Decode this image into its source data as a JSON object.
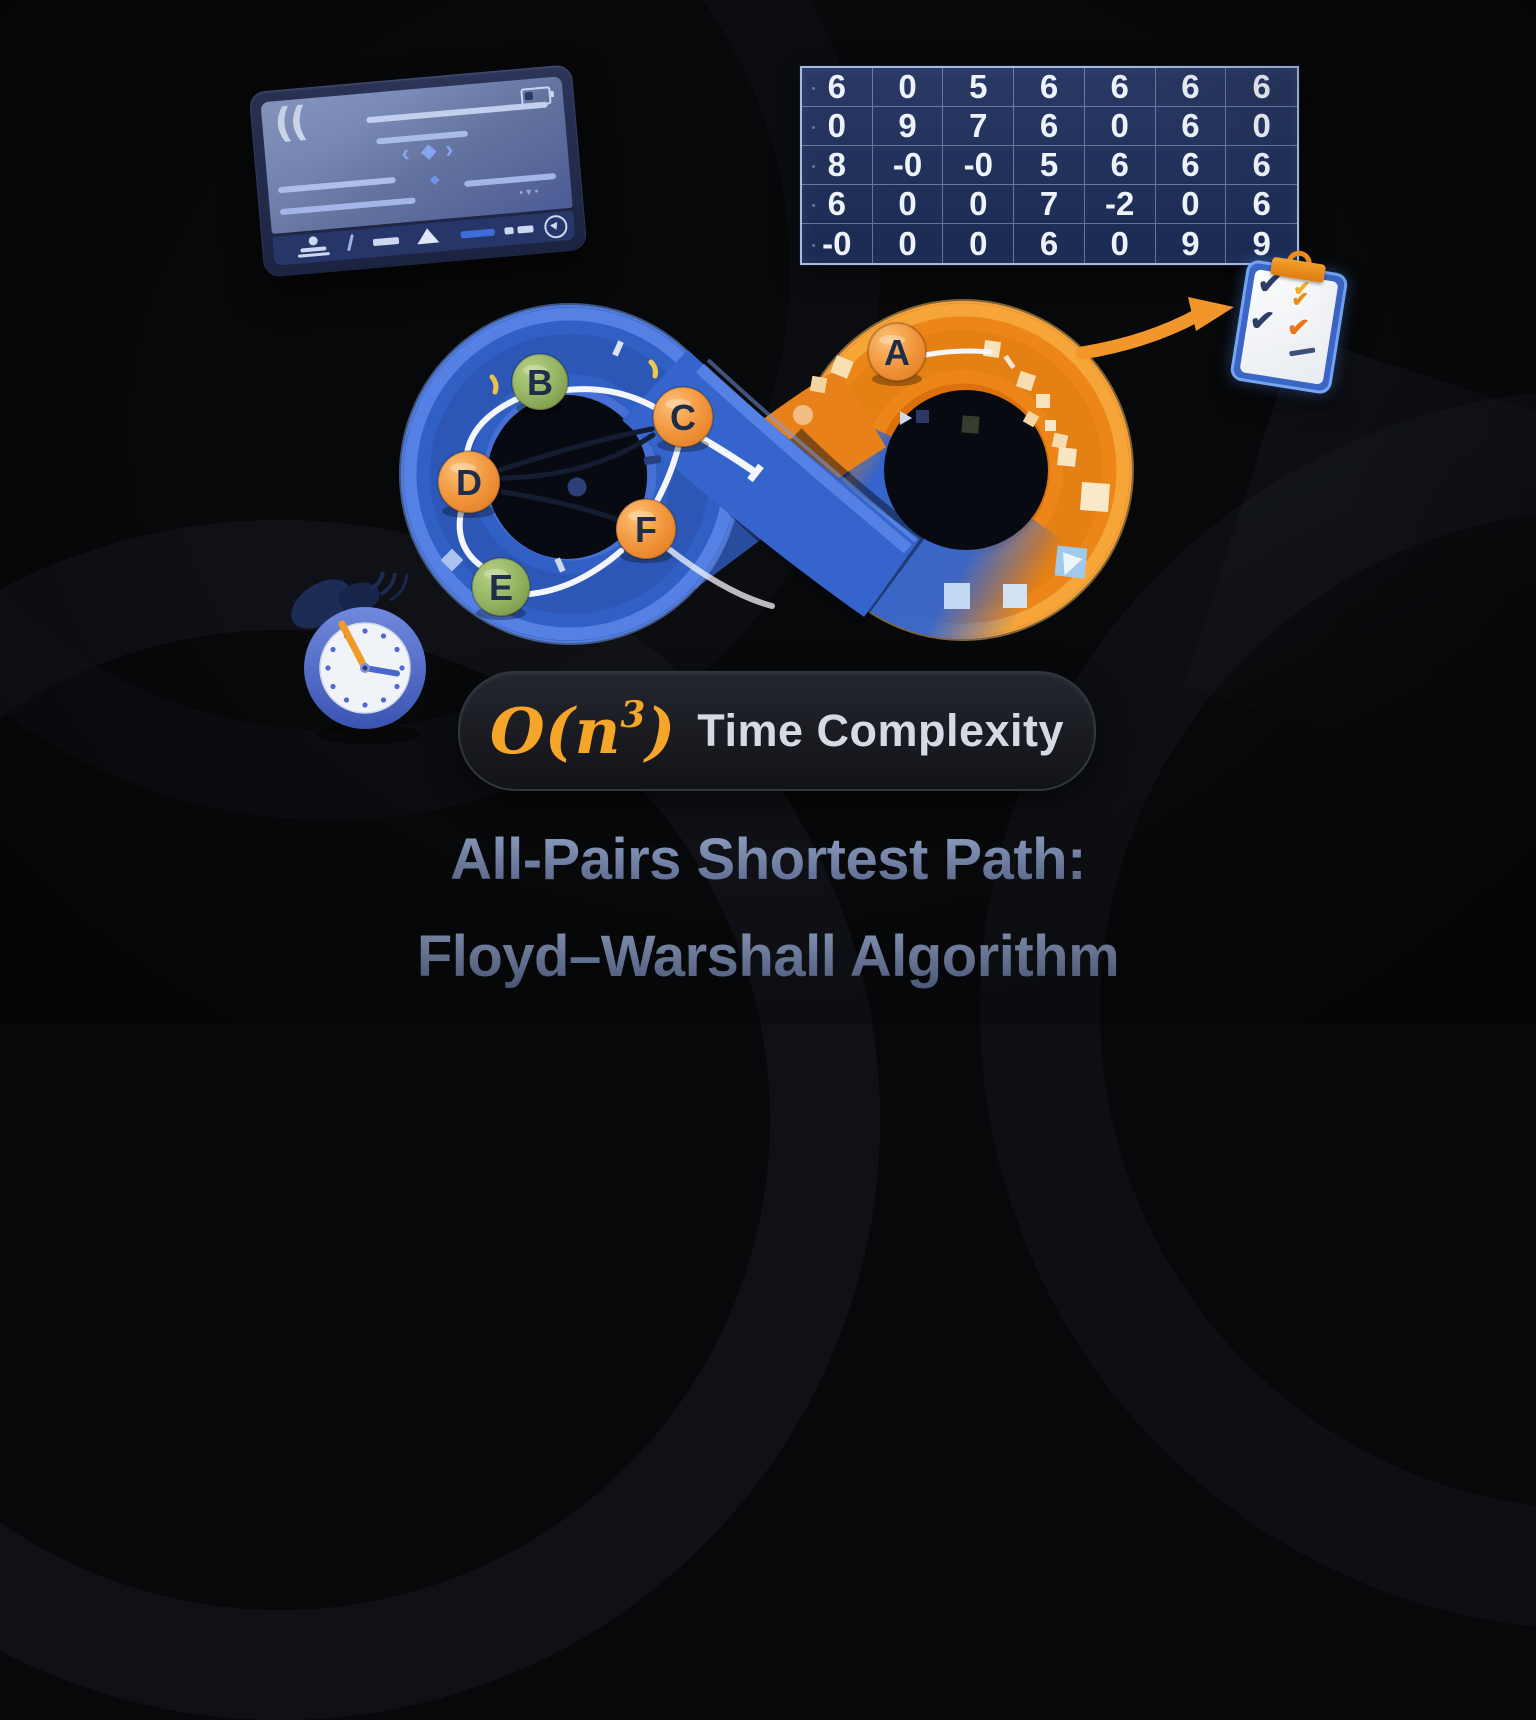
{
  "colors": {
    "background": "#070809",
    "loop_blue": "#3565cc",
    "loop_orange": "#ec8619",
    "node_green": "#93b261",
    "node_orange": "#f39b43",
    "accent_orange": "#f2962c",
    "badge_o_color": "#f5a528",
    "badge_text_color": "#d5dae5",
    "title_color": "#7687ab",
    "matrix_bg": "#22315c",
    "matrix_text": "#eef2fa"
  },
  "icons": {
    "check": "✔",
    "chevron_left": "‹",
    "chevron_right": "›",
    "diamond": "◆",
    "small_diamond": "◆",
    "bullet_row": "•▾•",
    "code_parens": "(("
  },
  "matrix": {
    "rows": [
      [
        "6",
        "0",
        "5",
        "6",
        "6",
        "6",
        "6"
      ],
      [
        "0",
        "9",
        "7",
        "6",
        "0",
        "6",
        "0"
      ],
      [
        "8",
        "-0",
        "-0",
        "5",
        "6",
        "6",
        "6"
      ],
      [
        "6",
        "0",
        "0",
        "7",
        "-2",
        "0",
        "6"
      ],
      [
        "-0",
        "0",
        "0",
        "6",
        "0",
        "9",
        "9"
      ]
    ]
  },
  "graph": {
    "nodes": [
      {
        "id": "A",
        "label": "A",
        "color": "orange"
      },
      {
        "id": "B",
        "label": "B",
        "color": "green"
      },
      {
        "id": "C",
        "label": "C",
        "color": "orange"
      },
      {
        "id": "D",
        "label": "D",
        "color": "orange"
      },
      {
        "id": "E",
        "label": "E",
        "color": "green"
      },
      {
        "id": "F",
        "label": "F",
        "color": "orange"
      }
    ],
    "edges": [
      "B-C",
      "B-D",
      "D-E",
      "E-F",
      "C-F",
      "D-C-upper",
      "D-C-lower",
      "D-F"
    ]
  },
  "badge": {
    "big_o_prefix": "O(n",
    "exponent": "3",
    "big_o_suffix": ")",
    "label": "Time Complexity"
  },
  "title": {
    "line1": "All-Pairs Shortest Path:",
    "line2": "Floyd–Warshall Algorithm"
  }
}
